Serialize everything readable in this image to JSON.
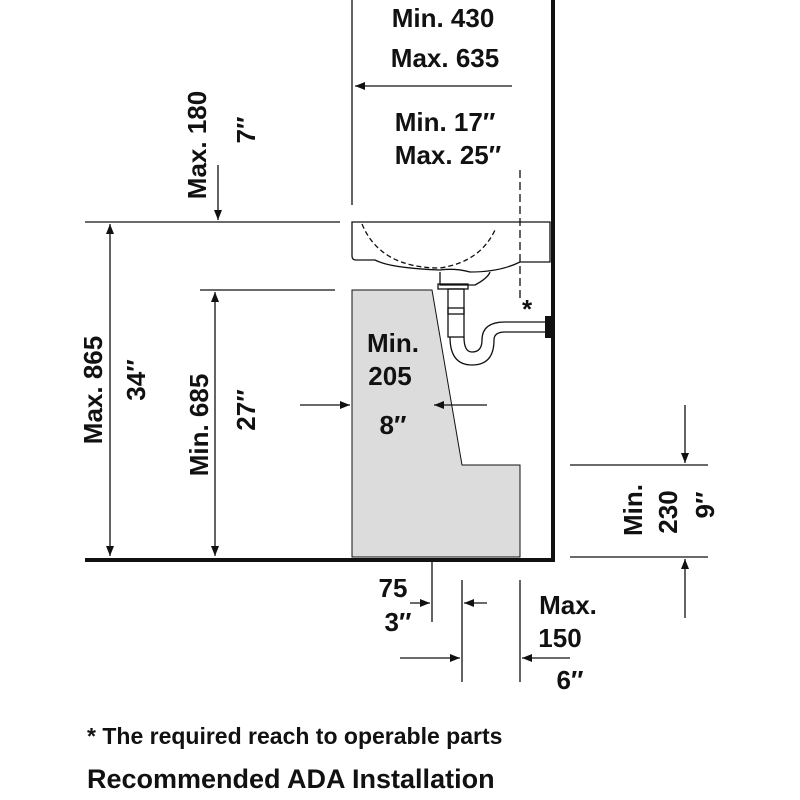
{
  "dimensions": {
    "depth_min_mm": "Min. 430",
    "depth_max_mm": "Max. 635",
    "depth_min_in": "Min. 17″",
    "depth_max_in": "Max. 25″",
    "top_clear_mm": "Max. 180",
    "top_clear_in": "7″",
    "rim_height_mm": "Max. 865",
    "rim_height_in": "34″",
    "knee_height_mm": "Min. 685",
    "knee_height_in": "27″",
    "knee_depth_label": "Min.",
    "knee_depth_mm": "205",
    "knee_depth_in": "8″",
    "toe_height_label": "Min.",
    "toe_height_mm": "230",
    "toe_height_in": "9″",
    "toe_offset_mm": "75",
    "toe_offset_in": "3″",
    "toe_depth_label": "Max.",
    "toe_depth_mm": "150",
    "toe_depth_in": "6″",
    "asterisk": "*"
  },
  "footnote": "* The required reach to operable parts",
  "title": "Recommended ADA Installation",
  "colors": {
    "knee_space": "#dcdcdc",
    "line": "#111111"
  }
}
